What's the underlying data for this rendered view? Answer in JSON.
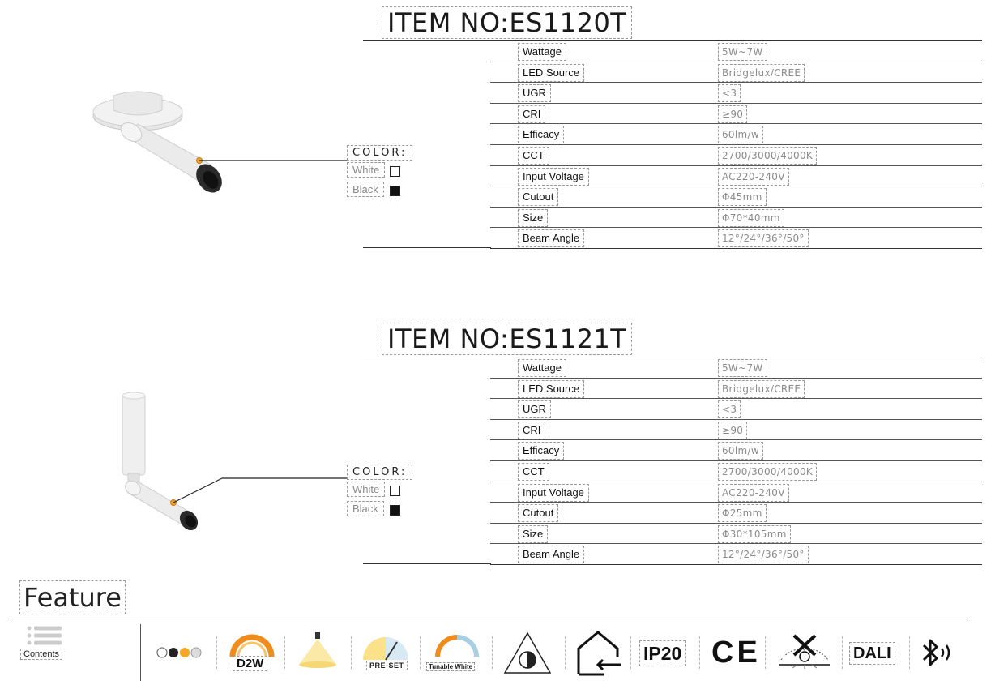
{
  "items": [
    {
      "title": "ITEM NO:ES1120T",
      "specs": [
        {
          "label": "Wattage",
          "value": "5W~7W"
        },
        {
          "label": "LED Source",
          "value": "Bridgelux/CREE"
        },
        {
          "label": "UGR",
          "value": "<3"
        },
        {
          "label": "CRI",
          "value": "≥90"
        },
        {
          "label": "Efficacy",
          "value": "60lm/w"
        },
        {
          "label": "CCT",
          "value": "2700/3000/4000K"
        },
        {
          "label": "Input Voltage",
          "value": "AC220-240V"
        },
        {
          "label": "Cutout",
          "value": "Φ45mm"
        },
        {
          "label": "Size",
          "value": "Φ70*40mm"
        },
        {
          "label": "Beam Angle",
          "value": "12°/24°/36°/50°"
        }
      ],
      "color_heading": "COLOR:",
      "colors": [
        {
          "label": "White",
          "swatch": "#ffffff"
        },
        {
          "label": "Black",
          "swatch": "#111111"
        }
      ]
    },
    {
      "title": "ITEM NO:ES1121T",
      "specs": [
        {
          "label": "Wattage",
          "value": "5W~7W"
        },
        {
          "label": "LED Source",
          "value": "Bridgelux/CREE"
        },
        {
          "label": "UGR",
          "value": "<3"
        },
        {
          "label": "CRI",
          "value": "≥90"
        },
        {
          "label": "Efficacy",
          "value": "60lm/w"
        },
        {
          "label": "CCT",
          "value": "2700/3000/4000K"
        },
        {
          "label": "Input Voltage",
          "value": "AC220-240V"
        },
        {
          "label": "Cutout",
          "value": "Φ25mm"
        },
        {
          "label": "Size",
          "value": "Φ30*105mm"
        },
        {
          "label": "Beam Angle",
          "value": "12°/24°/36°/50°"
        }
      ],
      "color_heading": "COLOR:",
      "colors": [
        {
          "label": "White",
          "swatch": "#ffffff"
        },
        {
          "label": "Black",
          "swatch": "#111111"
        }
      ]
    }
  ],
  "feature": {
    "title": "Feature",
    "contents_label": "Contents",
    "icons": [
      {
        "name": "color-dots-icon"
      },
      {
        "name": "dim-to-warm-icon",
        "label": "D2W"
      },
      {
        "name": "downlight-beam-icon"
      },
      {
        "name": "preset-icon",
        "label": "PRE-SET"
      },
      {
        "name": "tunable-white-icon",
        "label": "Tunable White"
      },
      {
        "name": "dimmable-triangle-icon"
      },
      {
        "name": "indoor-home-icon"
      },
      {
        "name": "ip-rating-icon",
        "label": "IP20"
      },
      {
        "name": "ce-mark-icon",
        "label": "CE"
      },
      {
        "name": "no-flicker-icon"
      },
      {
        "name": "dali-icon",
        "label": "DALI"
      },
      {
        "name": "bluetooth-icon"
      }
    ]
  },
  "colors": {
    "accent_orange": "#f5a623",
    "rule": "#333333",
    "value_grey": "#8a8a8a"
  }
}
